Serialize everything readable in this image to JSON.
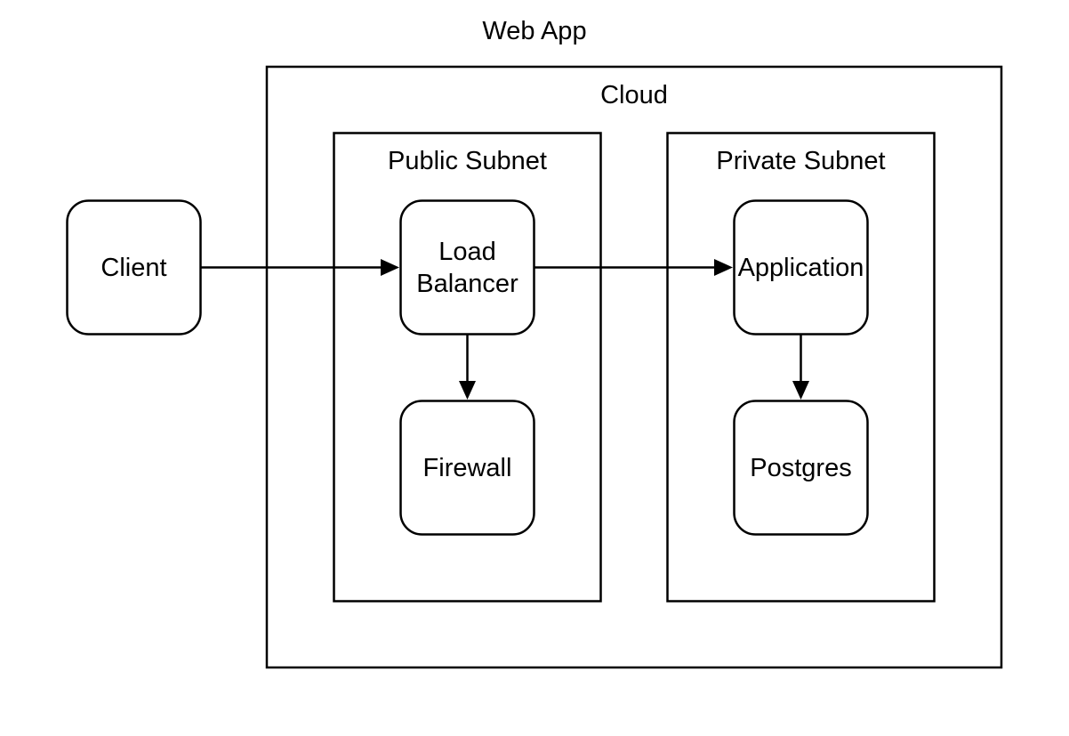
{
  "title": "Web App",
  "containers": [
    {
      "id": "cloud",
      "label": "Cloud"
    },
    {
      "id": "public-subnet",
      "label": "Public Subnet"
    },
    {
      "id": "private-subnet",
      "label": "Private Subnet"
    }
  ],
  "nodes": [
    {
      "id": "client",
      "label": "Client",
      "container": "none"
    },
    {
      "id": "load-balancer",
      "label": "Load Balancer",
      "container": "public-subnet"
    },
    {
      "id": "firewall",
      "label": "Firewall",
      "container": "public-subnet"
    },
    {
      "id": "application",
      "label": "Application",
      "container": "private-subnet"
    },
    {
      "id": "postgres",
      "label": "Postgres",
      "container": "private-subnet"
    }
  ],
  "edges": [
    {
      "from": "client",
      "to": "load-balancer"
    },
    {
      "from": "load-balancer",
      "to": "application"
    },
    {
      "from": "load-balancer",
      "to": "firewall"
    },
    {
      "from": "application",
      "to": "postgres"
    }
  ],
  "colors": {
    "stroke": "#000000",
    "fill": "#ffffff",
    "text": "#000000",
    "background": "#ffffff"
  }
}
